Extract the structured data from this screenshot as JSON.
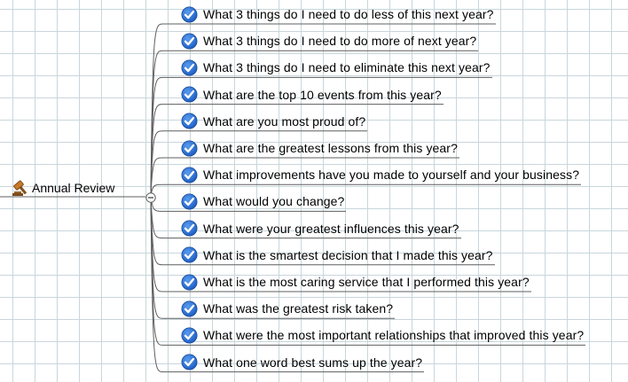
{
  "map": {
    "root": {
      "label": "Annual Review",
      "icon": "gavel-icon"
    },
    "collapse_symbol": "minus",
    "topic_icon": "check-circle-icon",
    "colors": {
      "connector": "#5f5f5f",
      "check_blue": "#1f5fc4",
      "grid": "#c9d6dc"
    },
    "topics": [
      {
        "label": "What 3 things do I need to do less of this next year?"
      },
      {
        "label": "What 3 things do I need to do more of next year?"
      },
      {
        "label": "What 3 things do I need to eliminate this next year?"
      },
      {
        "label": "What are the top 10 events from this year?"
      },
      {
        "label": "What are you most proud of?"
      },
      {
        "label": "What are the greatest lessons from this year?"
      },
      {
        "label": "What improvements have you made to yourself and your business?"
      },
      {
        "label": "What would you change?"
      },
      {
        "label": "What were your greatest influences this year?"
      },
      {
        "label": "What is the smartest decision that I made this year?"
      },
      {
        "label": "What is the most caring service that I performed this year?"
      },
      {
        "label": "What was the greatest risk taken?"
      },
      {
        "label": "What were the most important relationships that improved this year?"
      },
      {
        "label": "What one word best sums up the year?"
      }
    ]
  }
}
